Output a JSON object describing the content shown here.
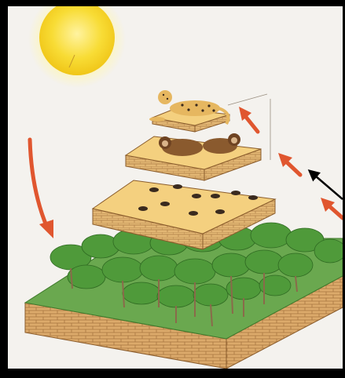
{
  "diagram": {
    "tiers": [
      {
        "name": "producers-trees"
      },
      {
        "name": "primary-consumers-insects"
      },
      {
        "name": "secondary-consumers-monkeys"
      },
      {
        "name": "top-predator-leopard"
      }
    ],
    "energy_source": "sun-icon",
    "arrows": {
      "descending": "sun-to-plants-arrow",
      "ascending": [
        "energy-up-arrow-1",
        "energy-up-arrow-2",
        "energy-up-arrow-3"
      ],
      "pointer": "black-pointer-arrow"
    },
    "colors": {
      "sun": "#f6d21c",
      "arrow": "#e0562f",
      "tier_top": "#f4d07f",
      "tier_side": "#d9a565",
      "foliage": "#4f9a3a",
      "grass": "#6aa84f",
      "frame": "#000000",
      "background": "#f4f2ee"
    }
  }
}
